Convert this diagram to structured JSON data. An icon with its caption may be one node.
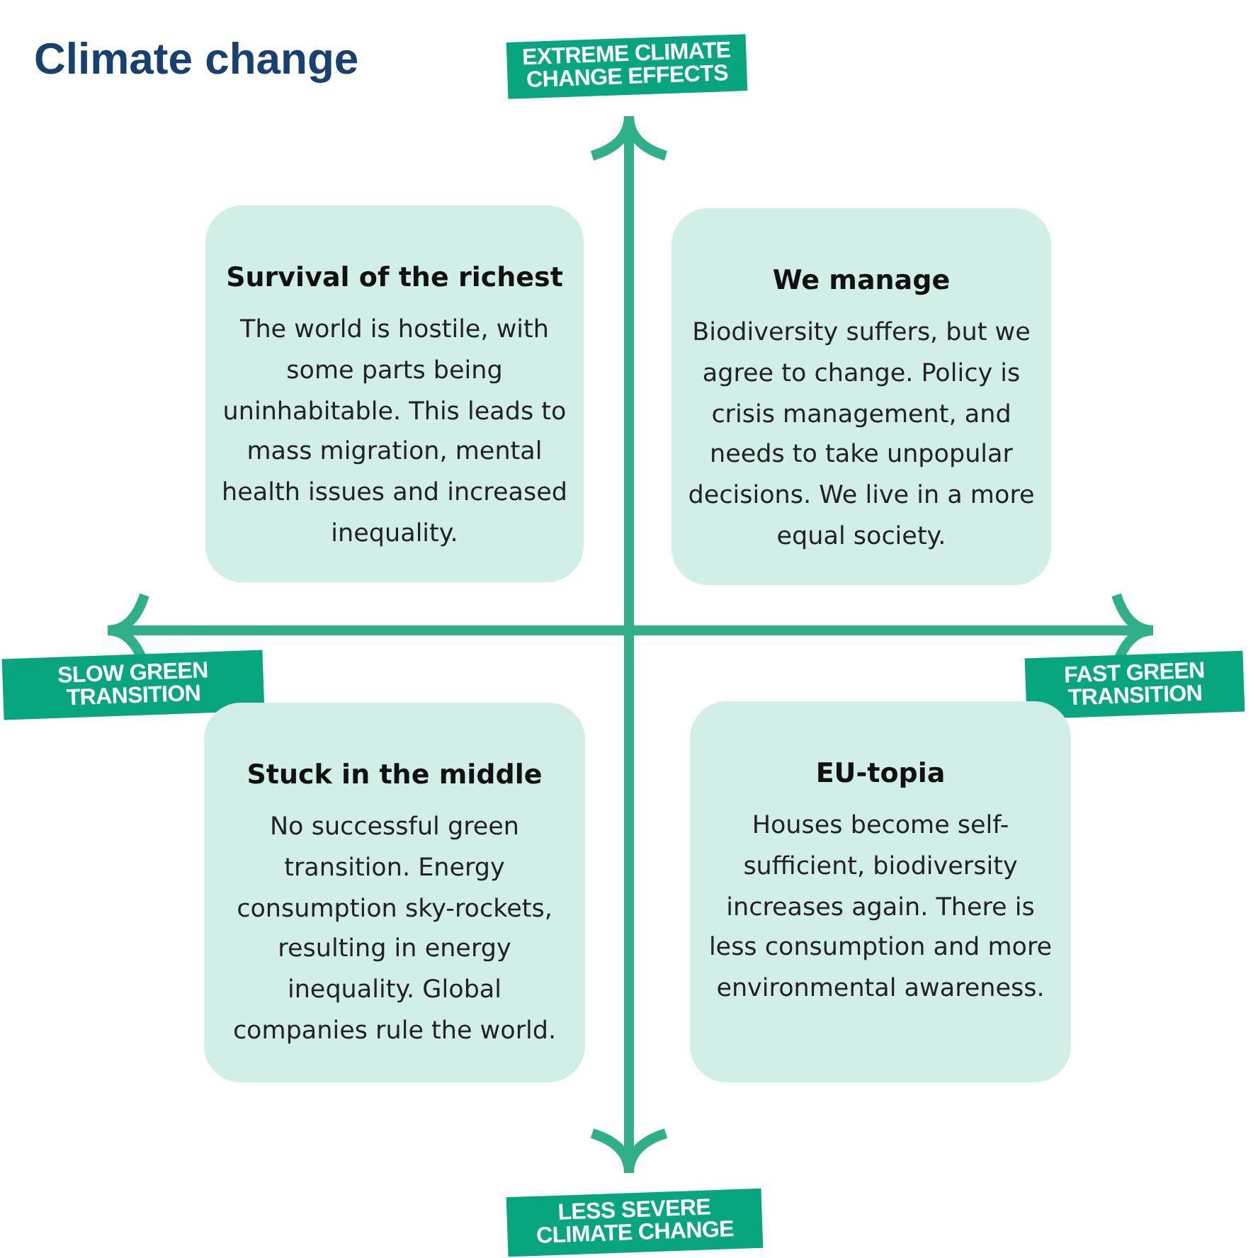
{
  "diagram": {
    "title": "Climate change",
    "nodes": [
      {
        "text": [
          "EXTREME CLIMATE CHANGE EFFECTS"
        ]
      },
      {
        "text": [
          "Survival of the richest",
          "The world is hostile, with some parts being uninhabitable. This leads to mass migration, mental health issues and increased inequality."
        ]
      },
      {
        "text": [
          "We manage",
          "Biodiversity suffers, but we agree to change. Policy is crisis management, and needs to take unpopular decisions. We live in a more equal society."
        ]
      },
      {
        "text": [
          "SLOW GREEN TRANSITION"
        ]
      },
      {
        "text": [
          "FAST GREEN TRANSITION"
        ]
      },
      {
        "text": [
          "Stuck in the middle",
          "No successful green transition. Energy consumption sky-rockets, resulting in energy inequality. Global companies rule the world."
        ]
      },
      {
        "text": [
          "EU-topia",
          "Houses become self-sufficient, biodiversity increases again. There is less consumption and more environmental awareness."
        ]
      },
      {
        "text": [
          "LESS SEVERE CLIMATE CHANGE"
        ]
      }
    ]
  }
}
